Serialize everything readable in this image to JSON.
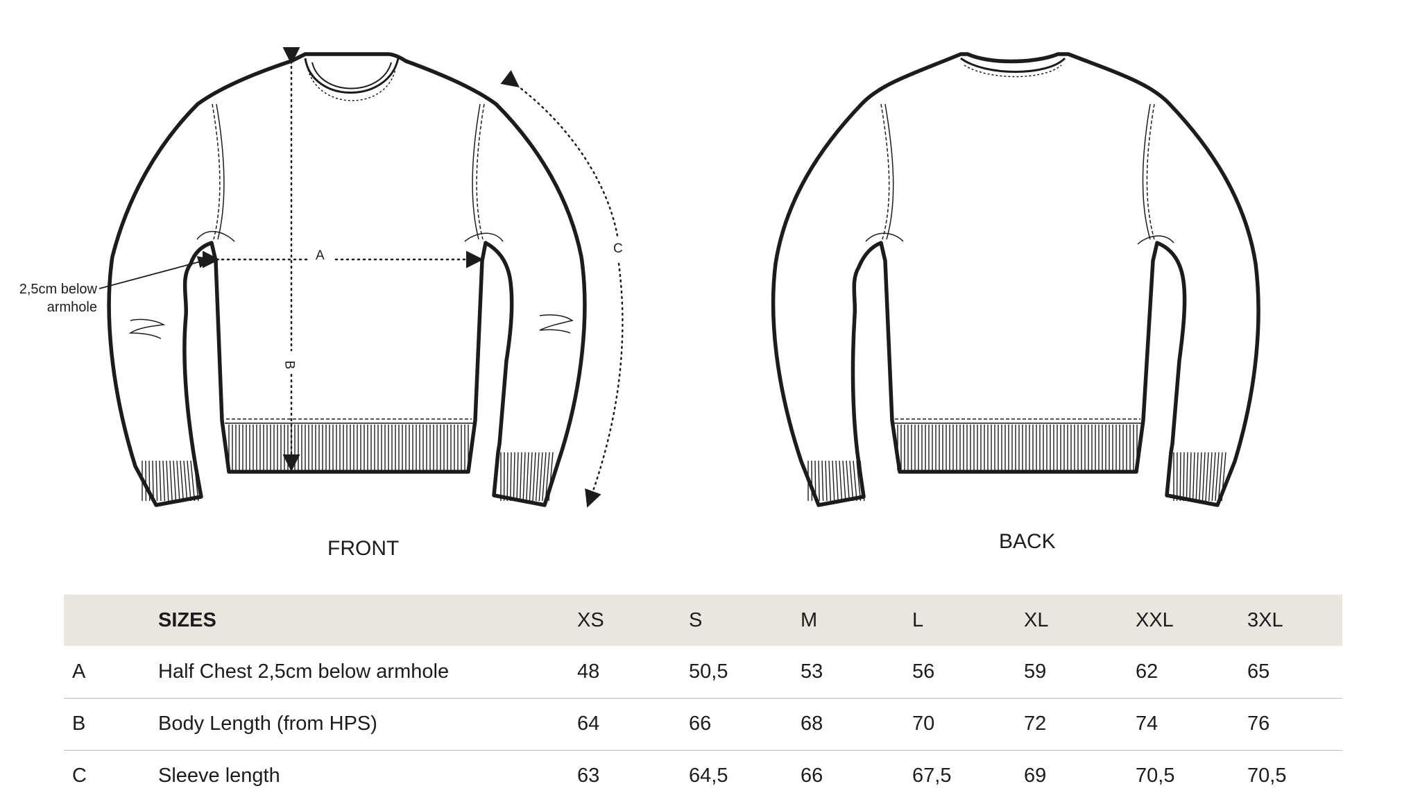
{
  "diagram": {
    "front_label": "FRONT",
    "back_label": "BACK",
    "dim_a": "A",
    "dim_b": "B",
    "dim_c": "C",
    "note_line1": "2,5cm below",
    "note_line2": "armhole"
  },
  "table": {
    "header_label": "SIZES",
    "sizes": [
      "XS",
      "S",
      "M",
      "L",
      "XL",
      "XXL",
      "3XL"
    ],
    "rows": [
      {
        "code": "A",
        "label": "Half Chest 2,5cm below armhole",
        "values": [
          "48",
          "50,5",
          "53",
          "56",
          "59",
          "62",
          "65"
        ]
      },
      {
        "code": "B",
        "label": "Body Length (from HPS)",
        "values": [
          "64",
          "66",
          "68",
          "70",
          "72",
          "74",
          "76"
        ]
      },
      {
        "code": "C",
        "label": "Sleeve length",
        "values": [
          "63",
          "64,5",
          "66",
          "67,5",
          "69",
          "70,5",
          "70,5"
        ]
      }
    ]
  }
}
